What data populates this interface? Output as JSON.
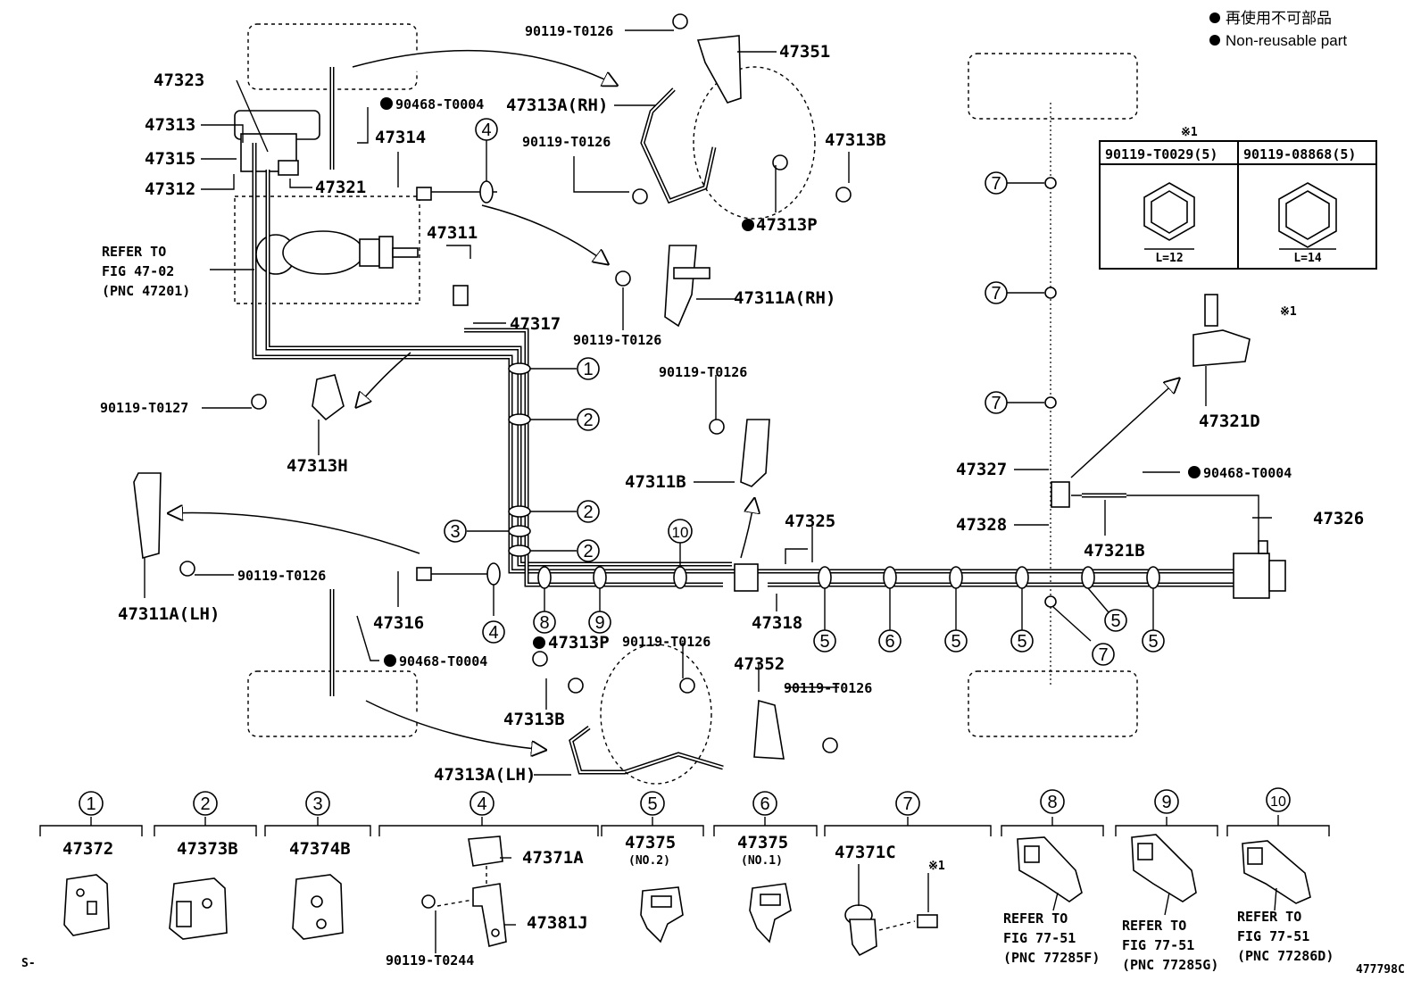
{
  "legend": {
    "line_jp": "再使用不可部品",
    "line_en": "Non-reusable part"
  },
  "parts": {
    "p47323": "47323",
    "p47313": "47313",
    "p47315": "47315",
    "p47312": "47312",
    "p47321": "47321",
    "p47314": "47314",
    "p90468_top": "90468-T0004",
    "p90119_top": "90119-T0126",
    "p47351": "47351",
    "p47313A_RH": "47313A(RH)",
    "p90119_rh": "90119-T0126",
    "p47313B_top": "47313B",
    "p47313P_top": "47313P",
    "p47311": "47311",
    "p47311A_RH": "47311A(RH)",
    "p90119_311a": "90119-T0126",
    "p47317": "47317",
    "p90119_T0127": "90119-T0127",
    "p47313H": "47313H",
    "p90119_311b": "90119-T0126",
    "p47311B": "47311B",
    "p47311A_LH": "47311A(LH)",
    "p90119_lh": "90119-T0126",
    "p47316": "47316",
    "p90468_mid": "90468-T0004",
    "p47313P_low": "47313P",
    "p90119_low": "90119-T0126",
    "p47313B_low": "47313B",
    "p47352": "47352",
    "p90119_352": "90119-T0126",
    "p47313A_LH": "47313A(LH)",
    "p47325": "47325",
    "p47318": "47318",
    "p47327": "47327",
    "p47328": "47328",
    "p90468_right": "90468-T0004",
    "p47326": "47326",
    "p47321B": "47321B",
    "p47321D": "47321D",
    "refer_main_1": "REFER TO",
    "refer_main_2": "FIG 47-02",
    "refer_main_3": "(PNC 47201)",
    "figure_code": "477798C",
    "sheet_prefix": "S-"
  },
  "bolt_table": {
    "ref_mark": "※1",
    "col1_head": "90119-T0029(5)",
    "col2_head": "90119-08868(5)",
    "col1_dim": "L=12",
    "col2_dim": "L=14"
  },
  "ref_mark_bolt": "※1",
  "callouts": [
    "1",
    "2",
    "3",
    "4",
    "5",
    "6",
    "7",
    "8",
    "9",
    "10"
  ],
  "clamps": [
    {
      "num": "1",
      "part": "47372",
      "sub": ""
    },
    {
      "num": "2",
      "part": "47373B",
      "sub": ""
    },
    {
      "num": "3",
      "part": "47374B",
      "sub": ""
    },
    {
      "num": "4",
      "part": "47371A",
      "sub": "47381J",
      "bolt": "90119-T0244"
    },
    {
      "num": "5",
      "part": "47375",
      "sub": "(NO.2)"
    },
    {
      "num": "6",
      "part": "47375",
      "sub": "(NO.1)"
    },
    {
      "num": "7",
      "part": "47371C",
      "sub": "※1"
    },
    {
      "num": "8",
      "ref1": "REFER TO",
      "ref2": "FIG 77-51",
      "ref3": "(PNC 77285F)"
    },
    {
      "num": "9",
      "ref1": "REFER TO",
      "ref2": "FIG 77-51",
      "ref3": "(PNC 77285G)"
    },
    {
      "num": "10",
      "ref1": "REFER TO",
      "ref2": "FIG 77-51",
      "ref3": "(PNC 77286D)"
    }
  ]
}
